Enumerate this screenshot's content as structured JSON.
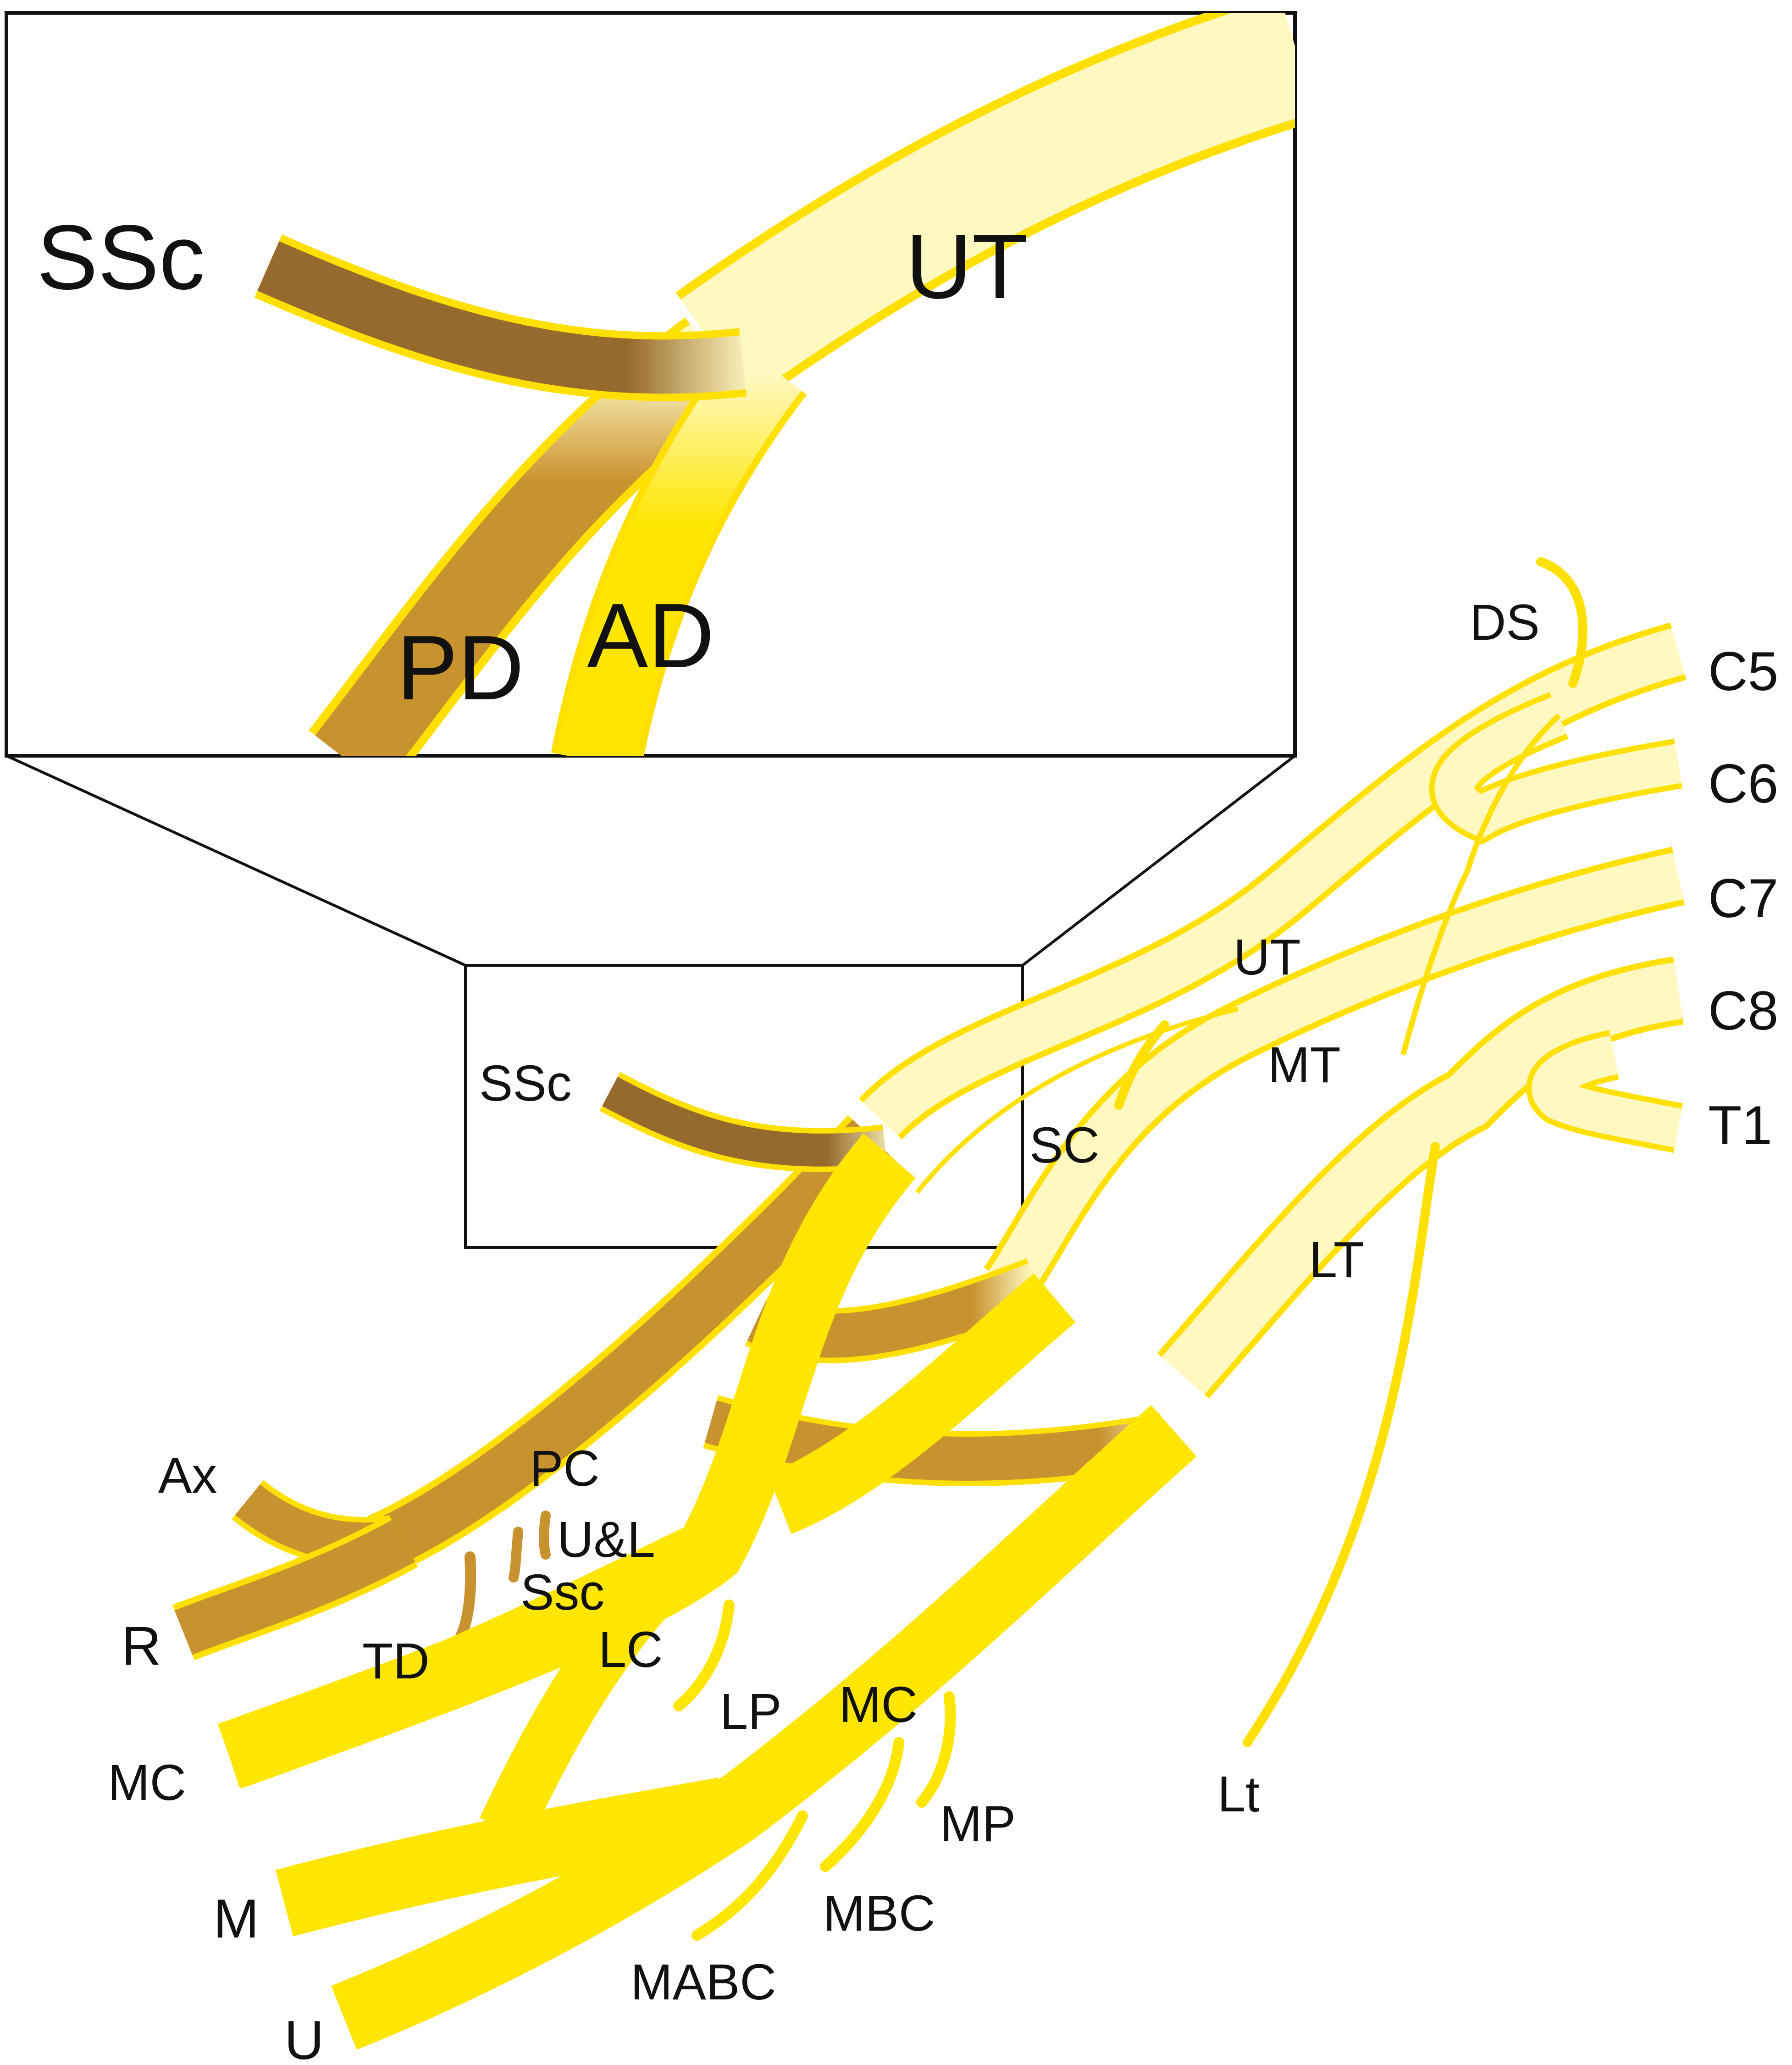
{
  "colors": {
    "nerve_pale": "#fff8c0",
    "nerve_yellow": "#ffe600",
    "outline_yellow": "#ffe000",
    "posterior_brown": "#c8922e",
    "dark_brown": "#966a2c",
    "frame": "#111111"
  },
  "inset": {
    "ssc": "SSc",
    "ut": "UT",
    "pd": "PD",
    "ad": "AD"
  },
  "labels": {
    "ds": "DS",
    "c5": "C5",
    "c6": "C6",
    "c7": "C7",
    "c8": "C8",
    "t1": "T1",
    "ut": "UT",
    "mt": "MT",
    "sc": "SC",
    "lt": "LT",
    "ssc": "SSc",
    "ax": "Ax",
    "pc": "PC",
    "ul": "U&L",
    "ssc_lower": "Ssc",
    "r": "R",
    "td": "TD",
    "lc": "LC",
    "lp": "LP",
    "mc_branch": "MC",
    "mc_terminal": "MC",
    "mp": "MP",
    "m": "M",
    "mbc": "MBC",
    "mabc": "MABC",
    "u": "U",
    "lt_lower": "Lt"
  }
}
